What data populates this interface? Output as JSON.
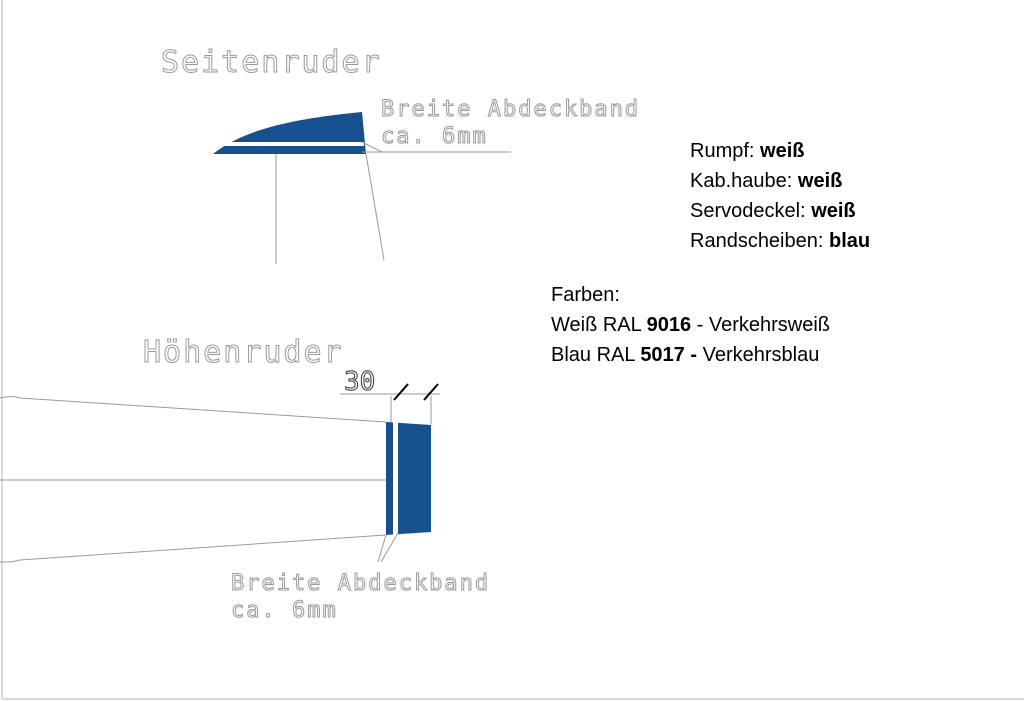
{
  "rudder": {
    "title": "Seitenruder",
    "note_line1": "Breite Abdeckband",
    "note_line2": "ca. 6mm"
  },
  "elevator": {
    "title": "Höhenruder",
    "dimension": "30",
    "note_line1": "Breite Abdeckband",
    "note_line2": "ca. 6mm"
  },
  "parts": [
    {
      "label": "Rumpf:",
      "value": "weiß"
    },
    {
      "label": "Kab.haube:",
      "value": "weiß"
    },
    {
      "label": "Servodeckel:",
      "value": "weiß"
    },
    {
      "label": "Randscheiben:",
      "value": "blau"
    }
  ],
  "colors": {
    "heading": "Farben:",
    "white": {
      "prefix": "Weiß RAL ",
      "code": "9016",
      "suffix": " - Verkehrsweiß"
    },
    "blue": {
      "prefix": "Blau RAL ",
      "code": "5017",
      "bold_dash": " -",
      "suffix": " Verkehrsblau"
    }
  },
  "palette": {
    "stripe_blue": "#17508f",
    "line_gray": "#9a9a9a"
  }
}
